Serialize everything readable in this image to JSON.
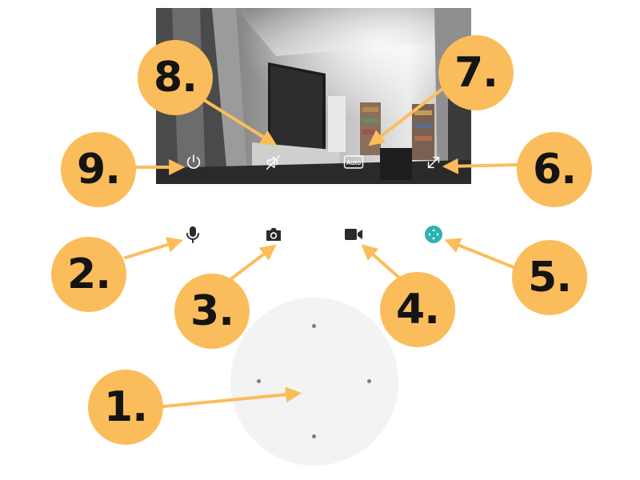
{
  "colors": {
    "callout_bg": "#fbbd5b",
    "callout_text": "#141414",
    "arrow": "#fbbd5b",
    "icon_dark": "#2b2b2b",
    "icon_accent": "#2bb3b3",
    "pad_bg": "#f3f3f3",
    "pad_dot": "#7d7d7d",
    "overlay_icon": "#ffffff"
  },
  "camera_view": {
    "overlay": {
      "power": {
        "icon": "power-icon"
      },
      "sound": {
        "icon": "speaker-muted-icon"
      },
      "quality": {
        "icon": "auto-quality-icon",
        "label": "Auto"
      },
      "fullscreen": {
        "icon": "expand-icon"
      }
    }
  },
  "controls": {
    "talk": {
      "icon": "microphone-icon"
    },
    "snapshot": {
      "icon": "camera-icon"
    },
    "record": {
      "icon": "video-camera-icon"
    },
    "ptz": {
      "icon": "direction-pad-icon",
      "active": true
    }
  },
  "callouts": [
    "1.",
    "2.",
    "3.",
    "4.",
    "5.",
    "6.",
    "7.",
    "8.",
    "9."
  ]
}
